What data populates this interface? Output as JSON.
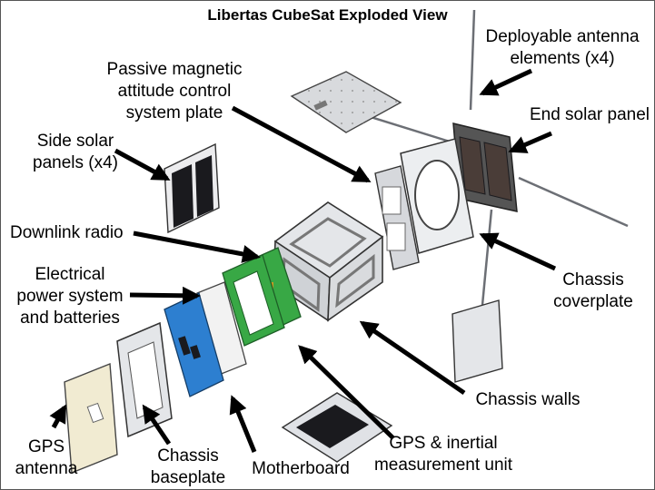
{
  "title": "Libertas CubeSat Exploded View",
  "labels": {
    "deployable_antenna": [
      "Deployable antenna",
      "elements (x4)"
    ],
    "passive_magnetic": [
      "Passive magnetic",
      "attitude control",
      "system plate"
    ],
    "end_solar_panel": [
      "End solar panel"
    ],
    "side_solar_panels": [
      "Side solar",
      "panels (x4)"
    ],
    "downlink_radio": [
      "Downlink radio"
    ],
    "electrical_power": [
      "Electrical",
      "power system",
      "and batteries"
    ],
    "chassis_coverplate": [
      "Chassis",
      "coverplate"
    ],
    "chassis_walls": [
      "Chassis walls"
    ],
    "gps_antenna": [
      "GPS",
      "antenna"
    ],
    "chassis_baseplate": [
      "Chassis",
      "baseplate"
    ],
    "motherboard": [
      "Motherboard"
    ],
    "gps_imu": [
      "GPS & inertial",
      "measurement unit"
    ]
  },
  "colors": {
    "frame": "#555555",
    "metal_light": "#d6d8dc",
    "metal_dark": "#6c6f75",
    "solar_cell": "#1a1a1e",
    "pcb_green": "#38a845",
    "pcb_blue": "#2d7fd0",
    "gps_antenna_panel": "#f1ebd2",
    "arrow": "#000000"
  }
}
